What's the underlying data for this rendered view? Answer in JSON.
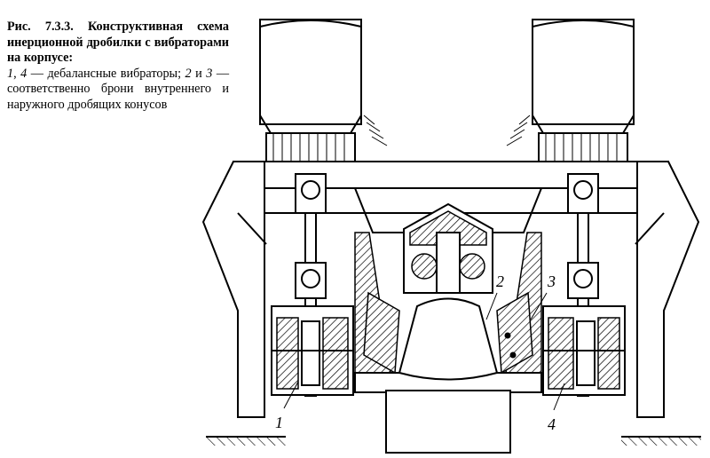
{
  "caption": {
    "title": "Рис. 7.3.3. Конструктивная схема инерционной дробилки с вибраторами на корпусе:",
    "legend_num_a": "1",
    "legend_sep_a": ", ",
    "legend_num_b": "4",
    "legend_text_a": " — дебалансные вибраторы;",
    "legend_num_c": "2",
    "legend_sep_b": " и ",
    "legend_num_d": "3",
    "legend_text_b": " — соответственно брони внутреннего и наружного дробящих конусов"
  },
  "labels": {
    "l1": "1",
    "l2": "2",
    "l3": "3",
    "l4": "4"
  }
}
